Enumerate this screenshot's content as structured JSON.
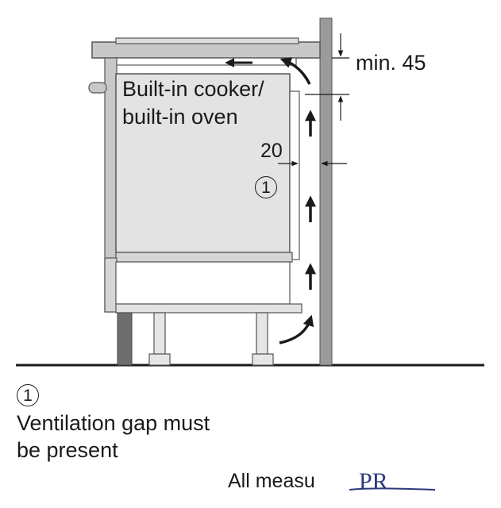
{
  "diagram": {
    "appliance_label_line1": "Built-in cooker/",
    "appliance_label_line2": "built-in oven",
    "gap_top_label": "min. 45",
    "gap_side_label": "20",
    "marker": "1"
  },
  "legend": {
    "marker": "1",
    "line1": "Ventilation gap must",
    "line2": "be present"
  },
  "footer": {
    "note": "All measu",
    "logo_text": "PR"
  },
  "colors": {
    "housing_fill": "#c8c8c8",
    "appliance_fill": "#e3e3e3",
    "wall_fill": "#9a9a9a",
    "plinth_fill": "#6e6e6e",
    "line": "#1a1a1a",
    "logo": "#2b3a7a"
  }
}
